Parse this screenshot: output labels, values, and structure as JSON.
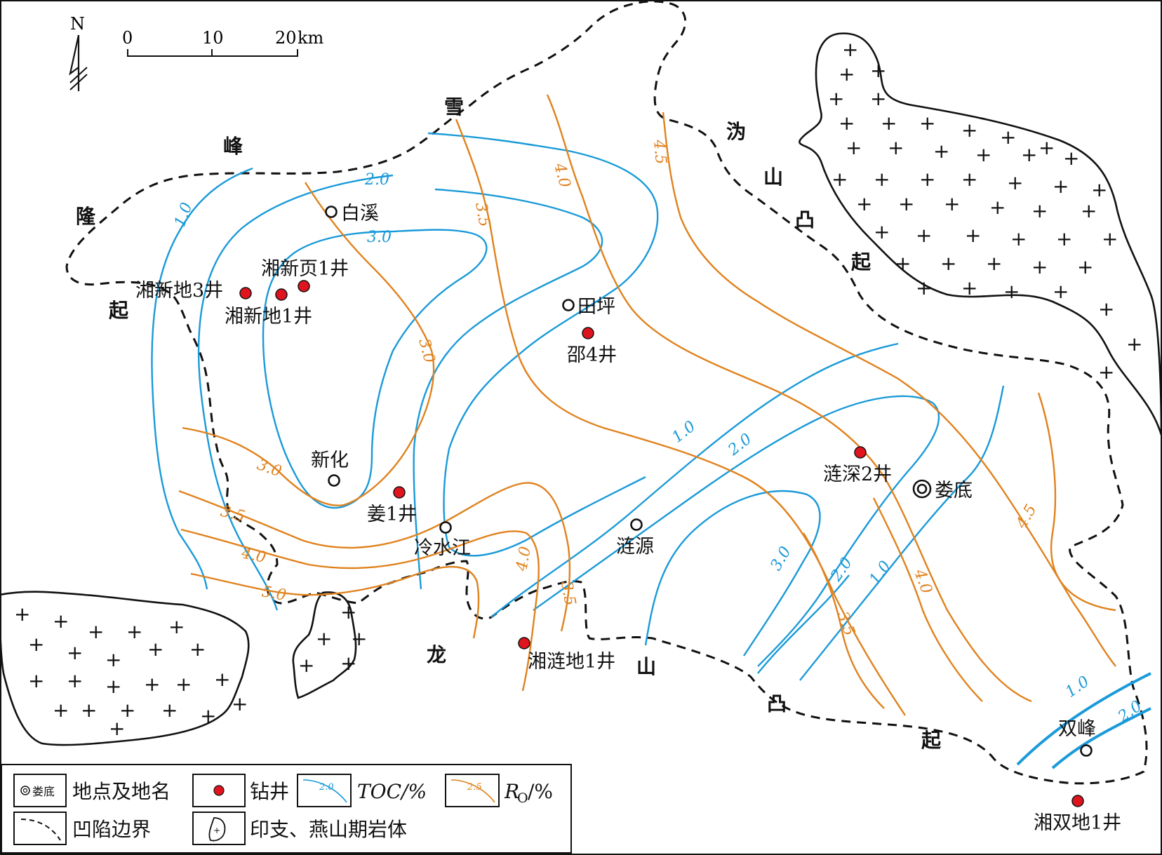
{
  "north": {
    "label": "N"
  },
  "scale": {
    "ticks": [
      "0",
      "10",
      "20"
    ],
    "unit": "km"
  },
  "regions": {
    "xuefeng": [
      "雪",
      "峰",
      "隆",
      "起"
    ],
    "longshan": [
      "龙",
      "山",
      "凸",
      "起"
    ],
    "weishan": [
      "沩",
      "山",
      "凸",
      "起"
    ]
  },
  "places": {
    "baixi": "白溪",
    "tianping": "田坪",
    "xinhua": "新化",
    "lengshuijiang": "冷水江",
    "lianyuan": "涟源",
    "loudi": "娄底",
    "shuangfeng": "双峰"
  },
  "wells": {
    "xxd3": "湘新地3井",
    "xxy1": "湘新页1井",
    "xxd1": "湘新地1井",
    "shao4": "邵4井",
    "jiang1": "姜1井",
    "ls2": "涟深2井",
    "xld1": "湘涟地1井",
    "xsd1": "湘双地1井"
  },
  "toc_labels": [
    "1.0",
    "2.0",
    "3.0",
    "1.0",
    "2.0",
    "3.0",
    "2.0",
    "1.0",
    "1.0",
    "2.0"
  ],
  "ro_labels": [
    "3.5",
    "4.0",
    "4.5",
    "3.0",
    "3.0",
    "3.5",
    "4.0",
    "5.0",
    "4.0",
    "3.5",
    "4.5",
    "4.0",
    "3.5"
  ],
  "legend": {
    "place_icon_text": "娄底",
    "place": "地点及地名",
    "well": "钻井",
    "toc_sample": "2.0",
    "toc": "TOC/%",
    "ro_sample": "2.5",
    "ro_main": "R",
    "ro_sub": "O",
    "ro_unit": "/%",
    "boundary": "凹陷边界",
    "pluton": "印支、燕山期岩体"
  },
  "colors": {
    "toc": "#1a9ad8",
    "ro": "#e0821e",
    "well": "#e0141e"
  }
}
